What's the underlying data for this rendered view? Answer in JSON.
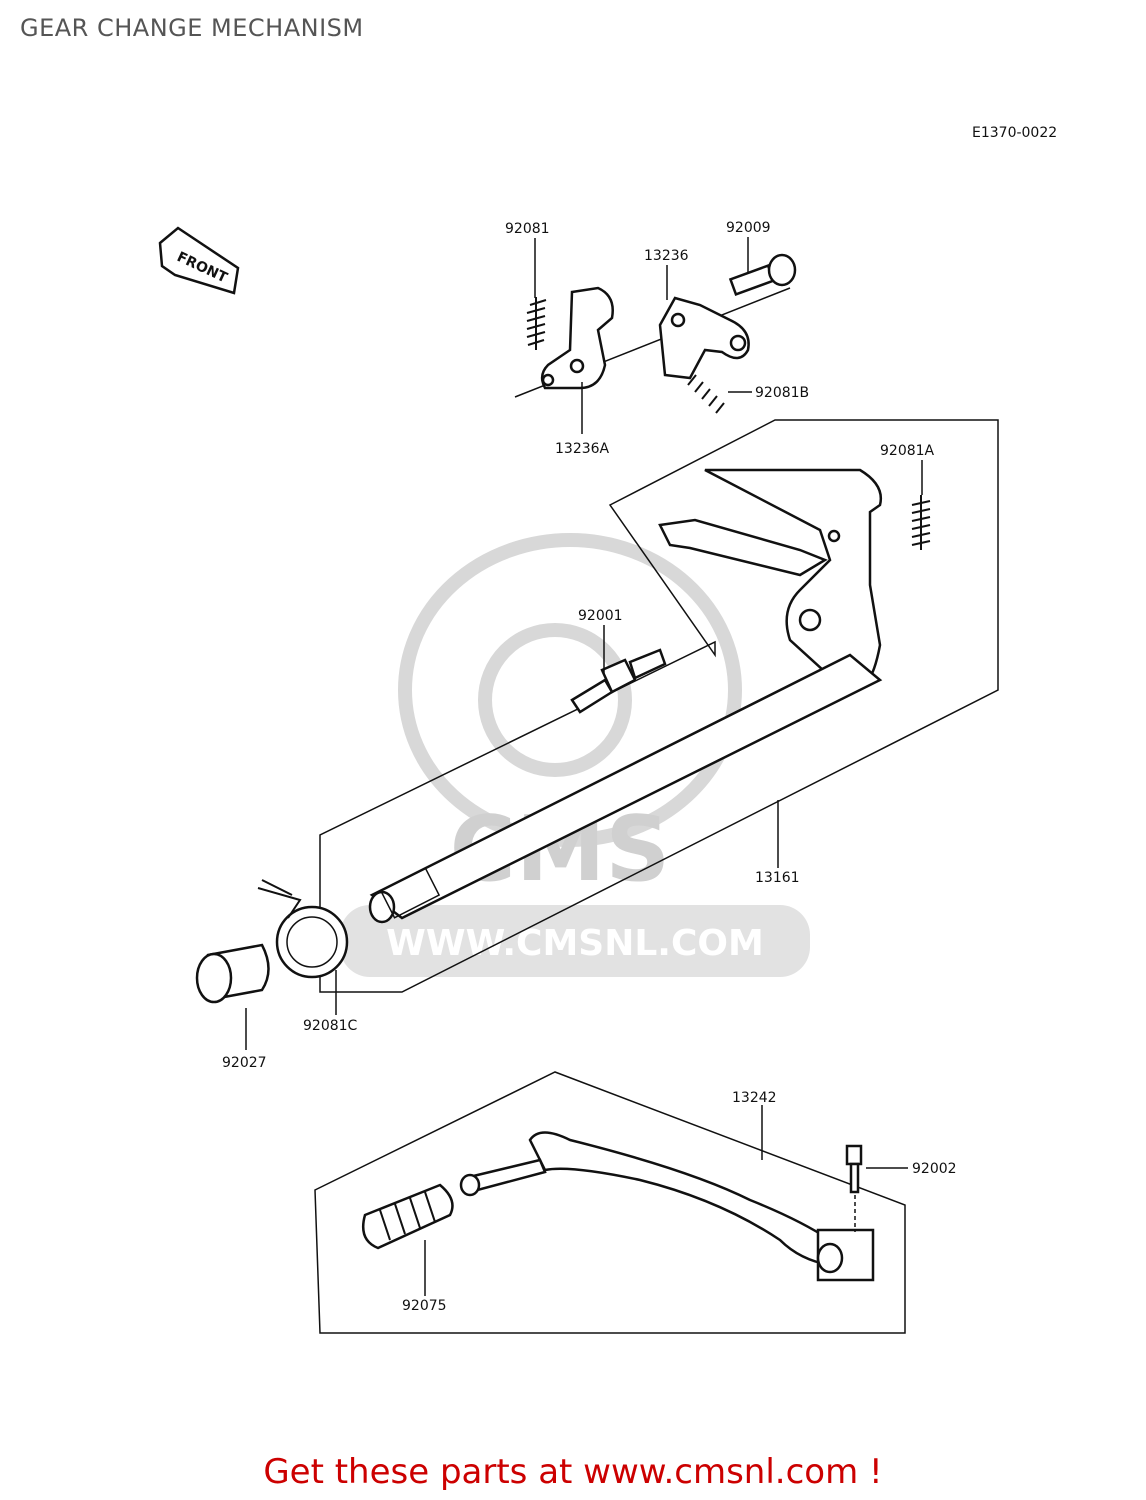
{
  "title": "GEAR CHANGE MECHANISM",
  "diagram_code": "E1370-0022",
  "front_label": "FRONT",
  "watermark": {
    "logo_text": "CMS",
    "url_text": "WWW.CMSNL.COM"
  },
  "parts": [
    {
      "id": "p92081",
      "number": "92081"
    },
    {
      "id": "p13236",
      "number": "13236"
    },
    {
      "id": "p92009",
      "number": "92009"
    },
    {
      "id": "p92081B",
      "number": "92081B"
    },
    {
      "id": "p13236A",
      "number": "13236A"
    },
    {
      "id": "p92081A",
      "number": "92081A"
    },
    {
      "id": "p92001",
      "number": "92001"
    },
    {
      "id": "p13161",
      "number": "13161"
    },
    {
      "id": "p92081C",
      "number": "92081C"
    },
    {
      "id": "p92027",
      "number": "92027"
    },
    {
      "id": "p13242",
      "number": "13242"
    },
    {
      "id": "p92002",
      "number": "92002"
    },
    {
      "id": "p92075",
      "number": "92075"
    }
  ],
  "footer": {
    "text": "Get these parts at www.cmsnl.com !",
    "color": "#cc0000"
  }
}
